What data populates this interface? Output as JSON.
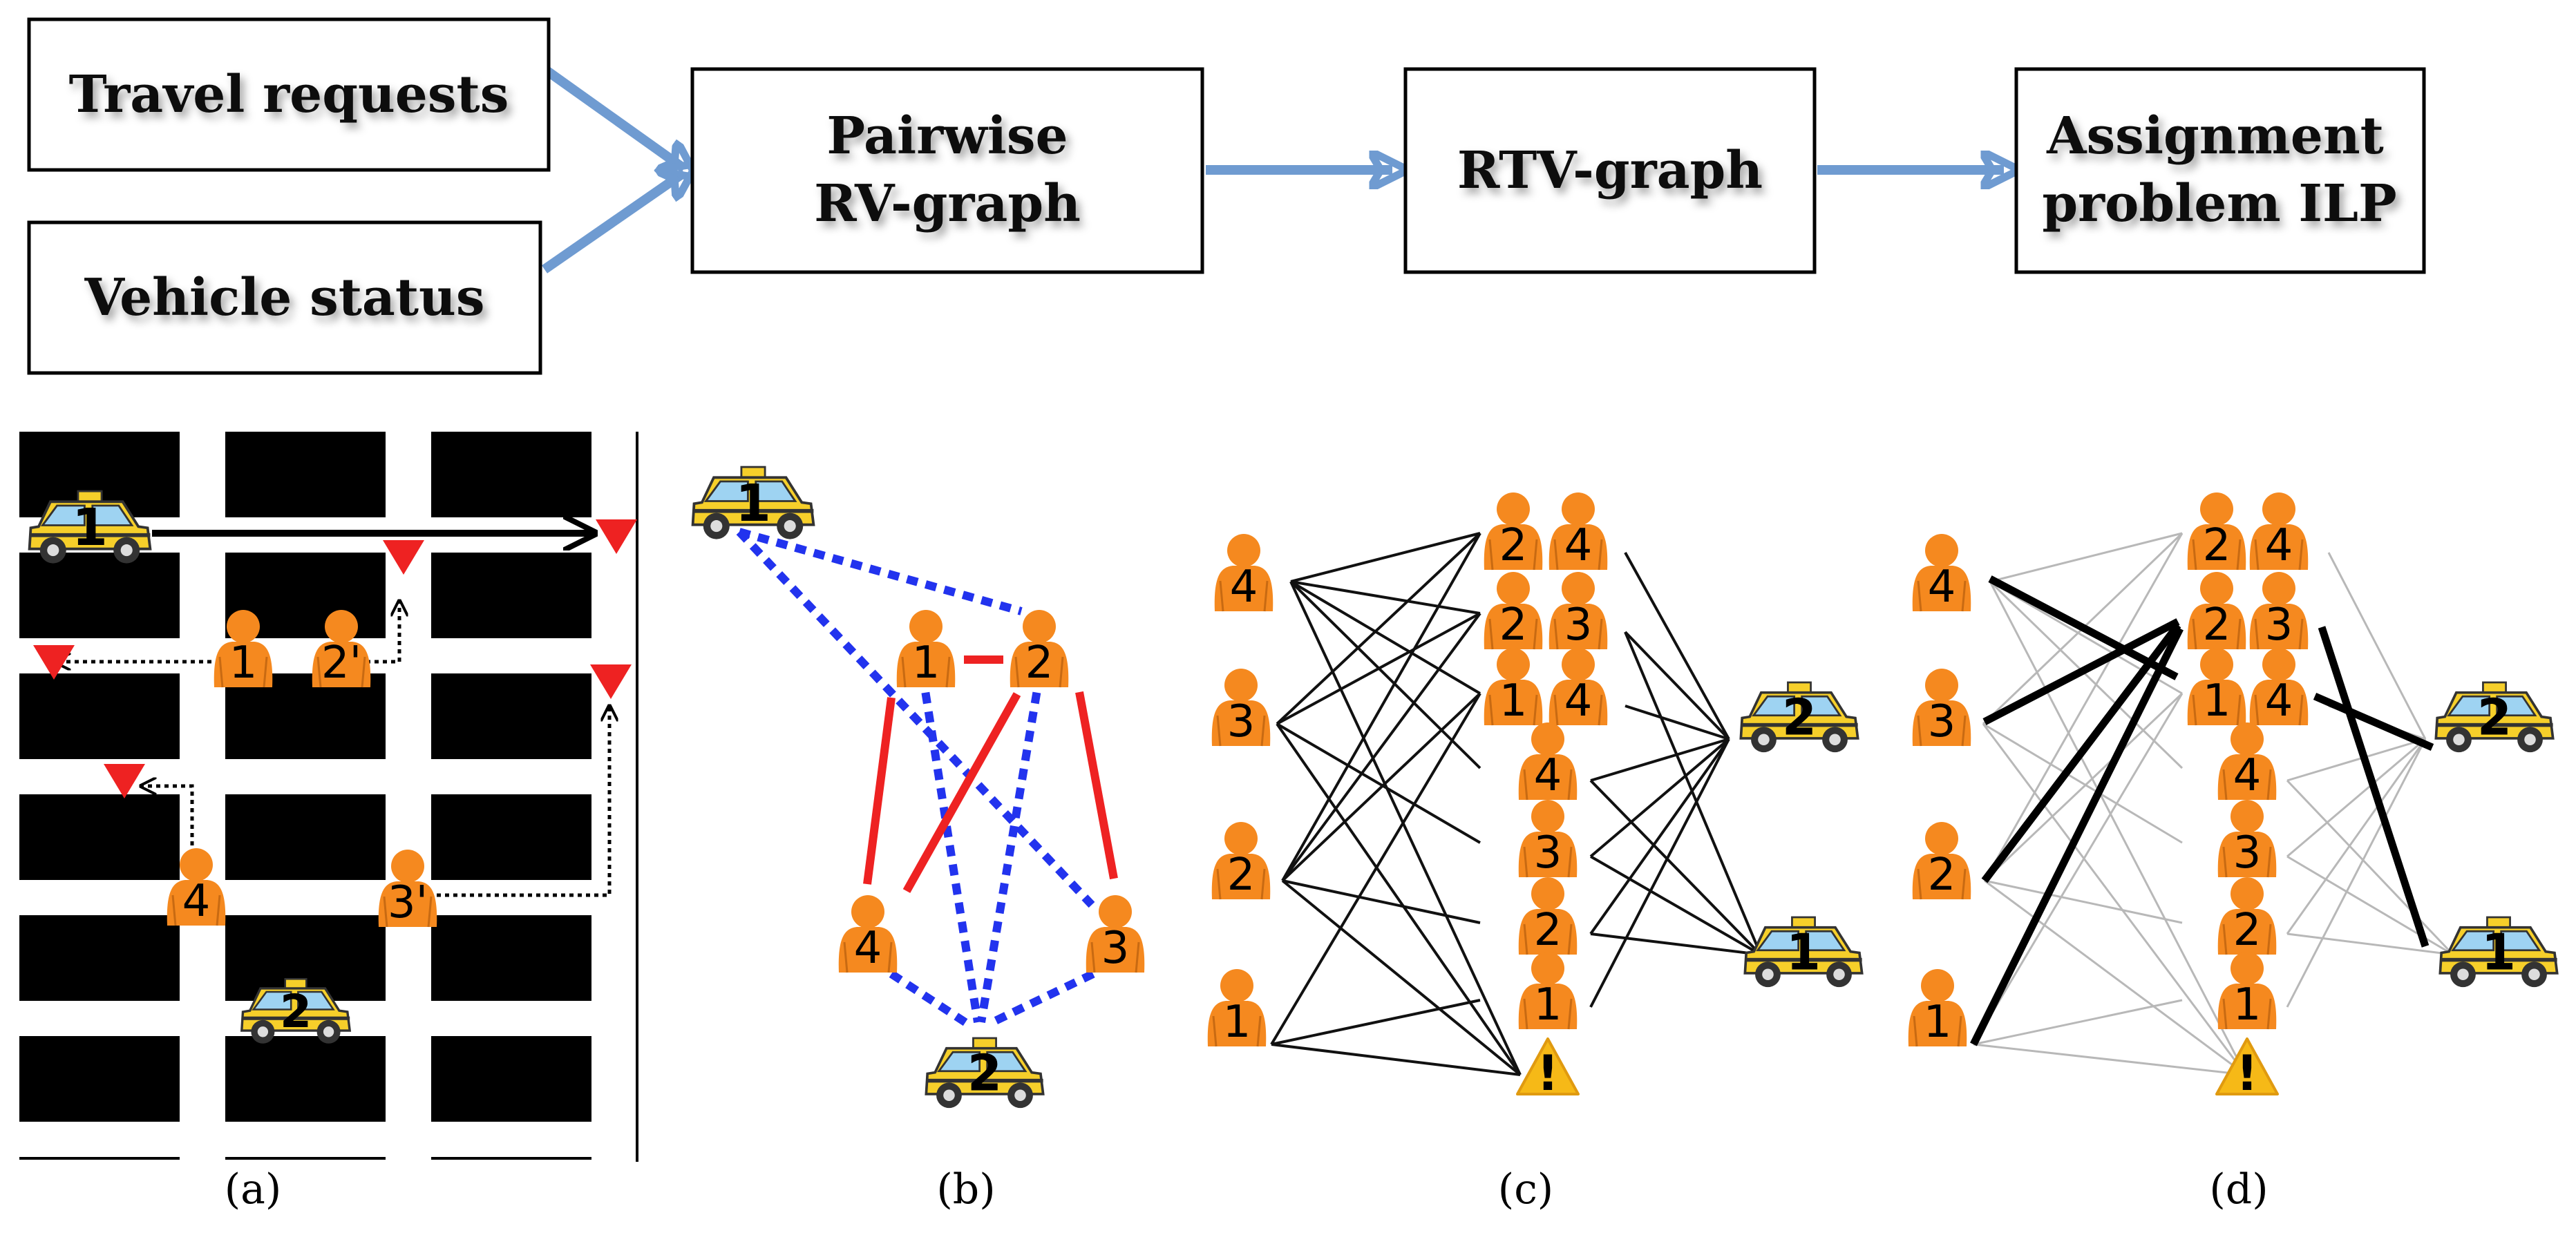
{
  "flow": {
    "travel_requests": "Travel requests",
    "vehicle_status": "Vehicle status",
    "pairwise_line1": "Pairwise",
    "pairwise_line2": "RV-graph",
    "rtv": "RTV-graph",
    "assign_line1": "Assignment",
    "assign_line2": "problem ILP",
    "arrow_color": "#6f9bd1"
  },
  "panel_a": {
    "caption": "(a)",
    "requests": [
      "1",
      "2'",
      "3'",
      "4"
    ],
    "vehicles": [
      "1",
      "2"
    ]
  },
  "panel_b": {
    "caption": "(b)",
    "requests": [
      "1",
      "2",
      "3",
      "4"
    ],
    "vehicles": [
      "1",
      "2"
    ],
    "rr_edge_color": "#ee2222",
    "rv_edge_color": "#2233ee"
  },
  "panel_c": {
    "caption": "(c)",
    "requests": [
      "4",
      "3",
      "2",
      "1"
    ],
    "trips": [
      [
        "2",
        "4"
      ],
      [
        "2",
        "3"
      ],
      [
        "1",
        "4"
      ],
      [
        "4"
      ],
      [
        "3"
      ],
      [
        "2"
      ],
      [
        "1"
      ]
    ],
    "warning": "!",
    "vehicles": [
      "2",
      "1"
    ]
  },
  "panel_d": {
    "caption": "(d)",
    "requests": [
      "4",
      "3",
      "2",
      "1"
    ],
    "trips": [
      [
        "2",
        "4"
      ],
      [
        "2",
        "3"
      ],
      [
        "1",
        "4"
      ],
      [
        "4"
      ],
      [
        "3"
      ],
      [
        "2"
      ],
      [
        "1"
      ]
    ],
    "warning": "!",
    "vehicles": [
      "2",
      "1"
    ]
  },
  "colors": {
    "person": "#f5891f",
    "taxi": "#f6cf2a",
    "marker": "#ee2222",
    "block": "#000000"
  }
}
